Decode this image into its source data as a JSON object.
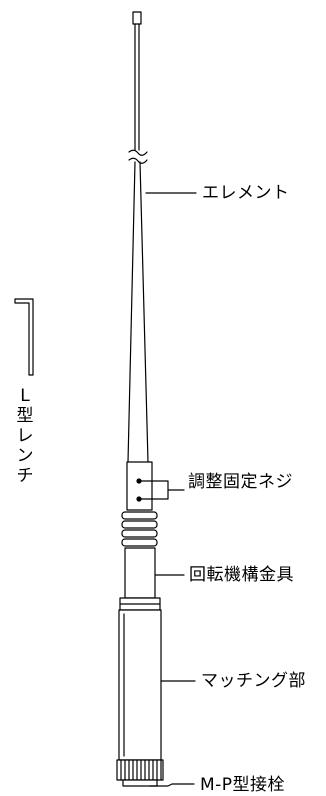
{
  "labels": {
    "element": "エレメント",
    "adjust_screw": "調整固定ネジ",
    "swivel_fitting": "回転機構金具",
    "matching_section": "マッチング部",
    "mp_connector": "M-P型接栓",
    "l_wrench": "L型レンチ"
  },
  "colors": {
    "line": "#000000",
    "background": "#ffffff"
  }
}
